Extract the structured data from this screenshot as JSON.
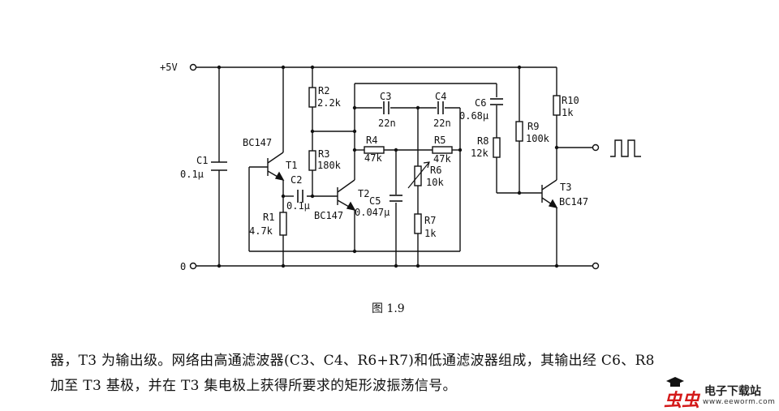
{
  "labels": {
    "vcc": "+5V",
    "gnd": "0",
    "c1": "C1",
    "c1_val": "0.1μ",
    "bc147_t1": "BC147",
    "t1": "T1",
    "r1": "R1",
    "r1_val": "4.7k",
    "c2": "C2",
    "c2_val": "0.1μ",
    "r2": "R2",
    "r2_val": "2.2k",
    "r3": "R3",
    "r3_val": "180k",
    "t2": "T2",
    "bc147_t2": "BC147",
    "c3": "C3",
    "c3_val": "22n",
    "c4": "C4",
    "c4_val": "22n",
    "r4": "R4",
    "r4_val": "47k",
    "r5": "R5",
    "r5_val": "47k",
    "r6": "R6",
    "r6_val": "10k",
    "c5": "C5",
    "c5_val": "0.047μ",
    "r7": "R7",
    "r7_val": "1k",
    "c6": "C6",
    "c6_val": "0.68μ",
    "r8": "R8",
    "r8_val": "12k",
    "r9": "R9",
    "r9_val": "100k",
    "r10": "R10",
    "r10_val": "1k",
    "t3": "T3",
    "bc147_t3": "BC147"
  },
  "caption": "图 1.9",
  "text_line1": "器，T3 为输出级。网络由高通滤波器(C3、C4、R6+R7)和低通滤波器组成，其输出经 C6、R8",
  "text_line2": "加至 T3 基极，并在 T3 集电极上获得所要求的矩形波振荡信号。",
  "watermark": {
    "logo": "虫虫",
    "name": "电子下载站",
    "url": "www.eeworm.com"
  }
}
